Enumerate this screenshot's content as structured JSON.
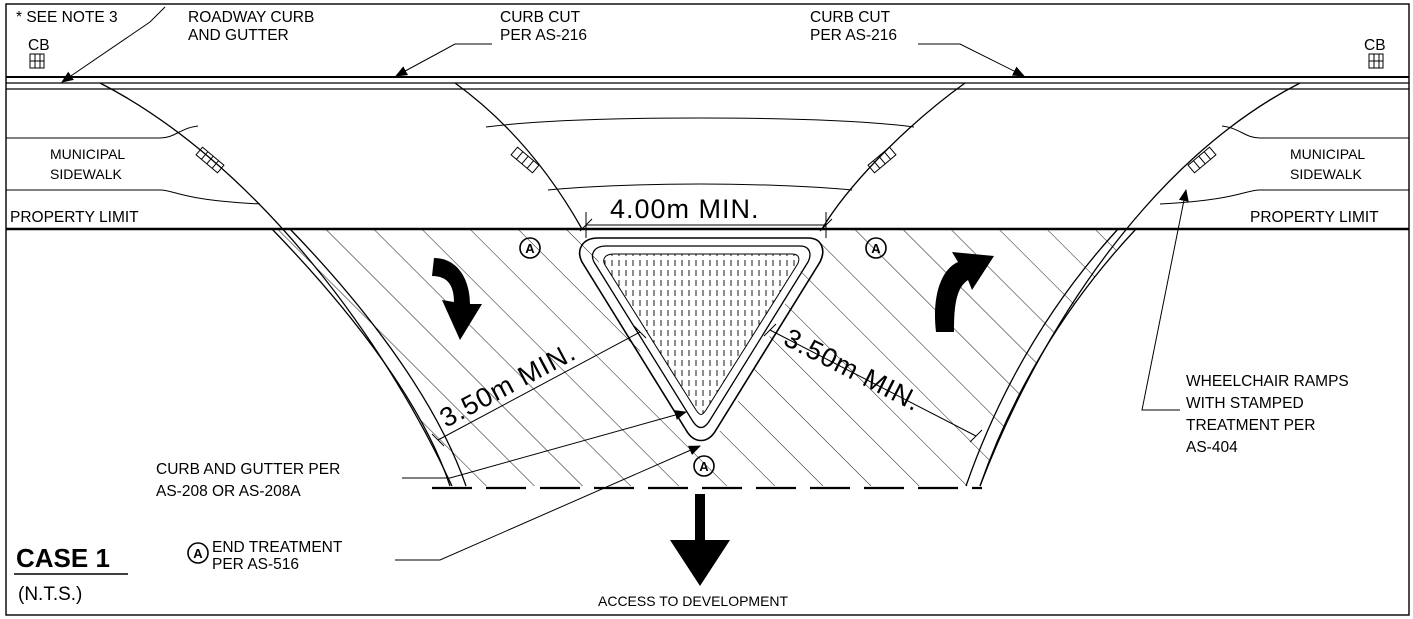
{
  "title": {
    "case": "CASE 1",
    "scale": "(N.T.S.)"
  },
  "labels": {
    "see_note": "* SEE NOTE 3",
    "cb_left": "CB",
    "cb_right": "CB",
    "roadway_line1": "ROADWAY CURB",
    "roadway_line2": "AND GUTTER",
    "curb_cut_left_line1": "CURB CUT",
    "curb_cut_left_line2": "PER AS-216",
    "curb_cut_right_line1": "CURB CUT",
    "curb_cut_right_line2": "PER AS-216",
    "sidewalk_left_line1": "MUNICIPAL",
    "sidewalk_left_line2": "SIDEWALK",
    "sidewalk_right_line1": "MUNICIPAL",
    "sidewalk_right_line2": "SIDEWALK",
    "property_left": "PROPERTY LIMIT",
    "property_right": "PROPERTY LIMIT",
    "dim_top": "4.00m  MIN.",
    "dim_left": "3.50m  MIN.",
    "dim_right": "3.50m  MIN.",
    "marker": "A",
    "curb_gutter_line1": "CURB AND GUTTER PER",
    "curb_gutter_line2": "AS-208 OR AS-208A",
    "end_treatment_line1": "END  TREATMENT",
    "end_treatment_line2": "PER AS-516",
    "wheelchair_line1": "WHEELCHAIR RAMPS",
    "wheelchair_line2": "WITH STAMPED",
    "wheelchair_line3": "TREATMENT PER",
    "wheelchair_line4": "AS-404",
    "access": "ACCESS TO DEVELOPMENT"
  }
}
